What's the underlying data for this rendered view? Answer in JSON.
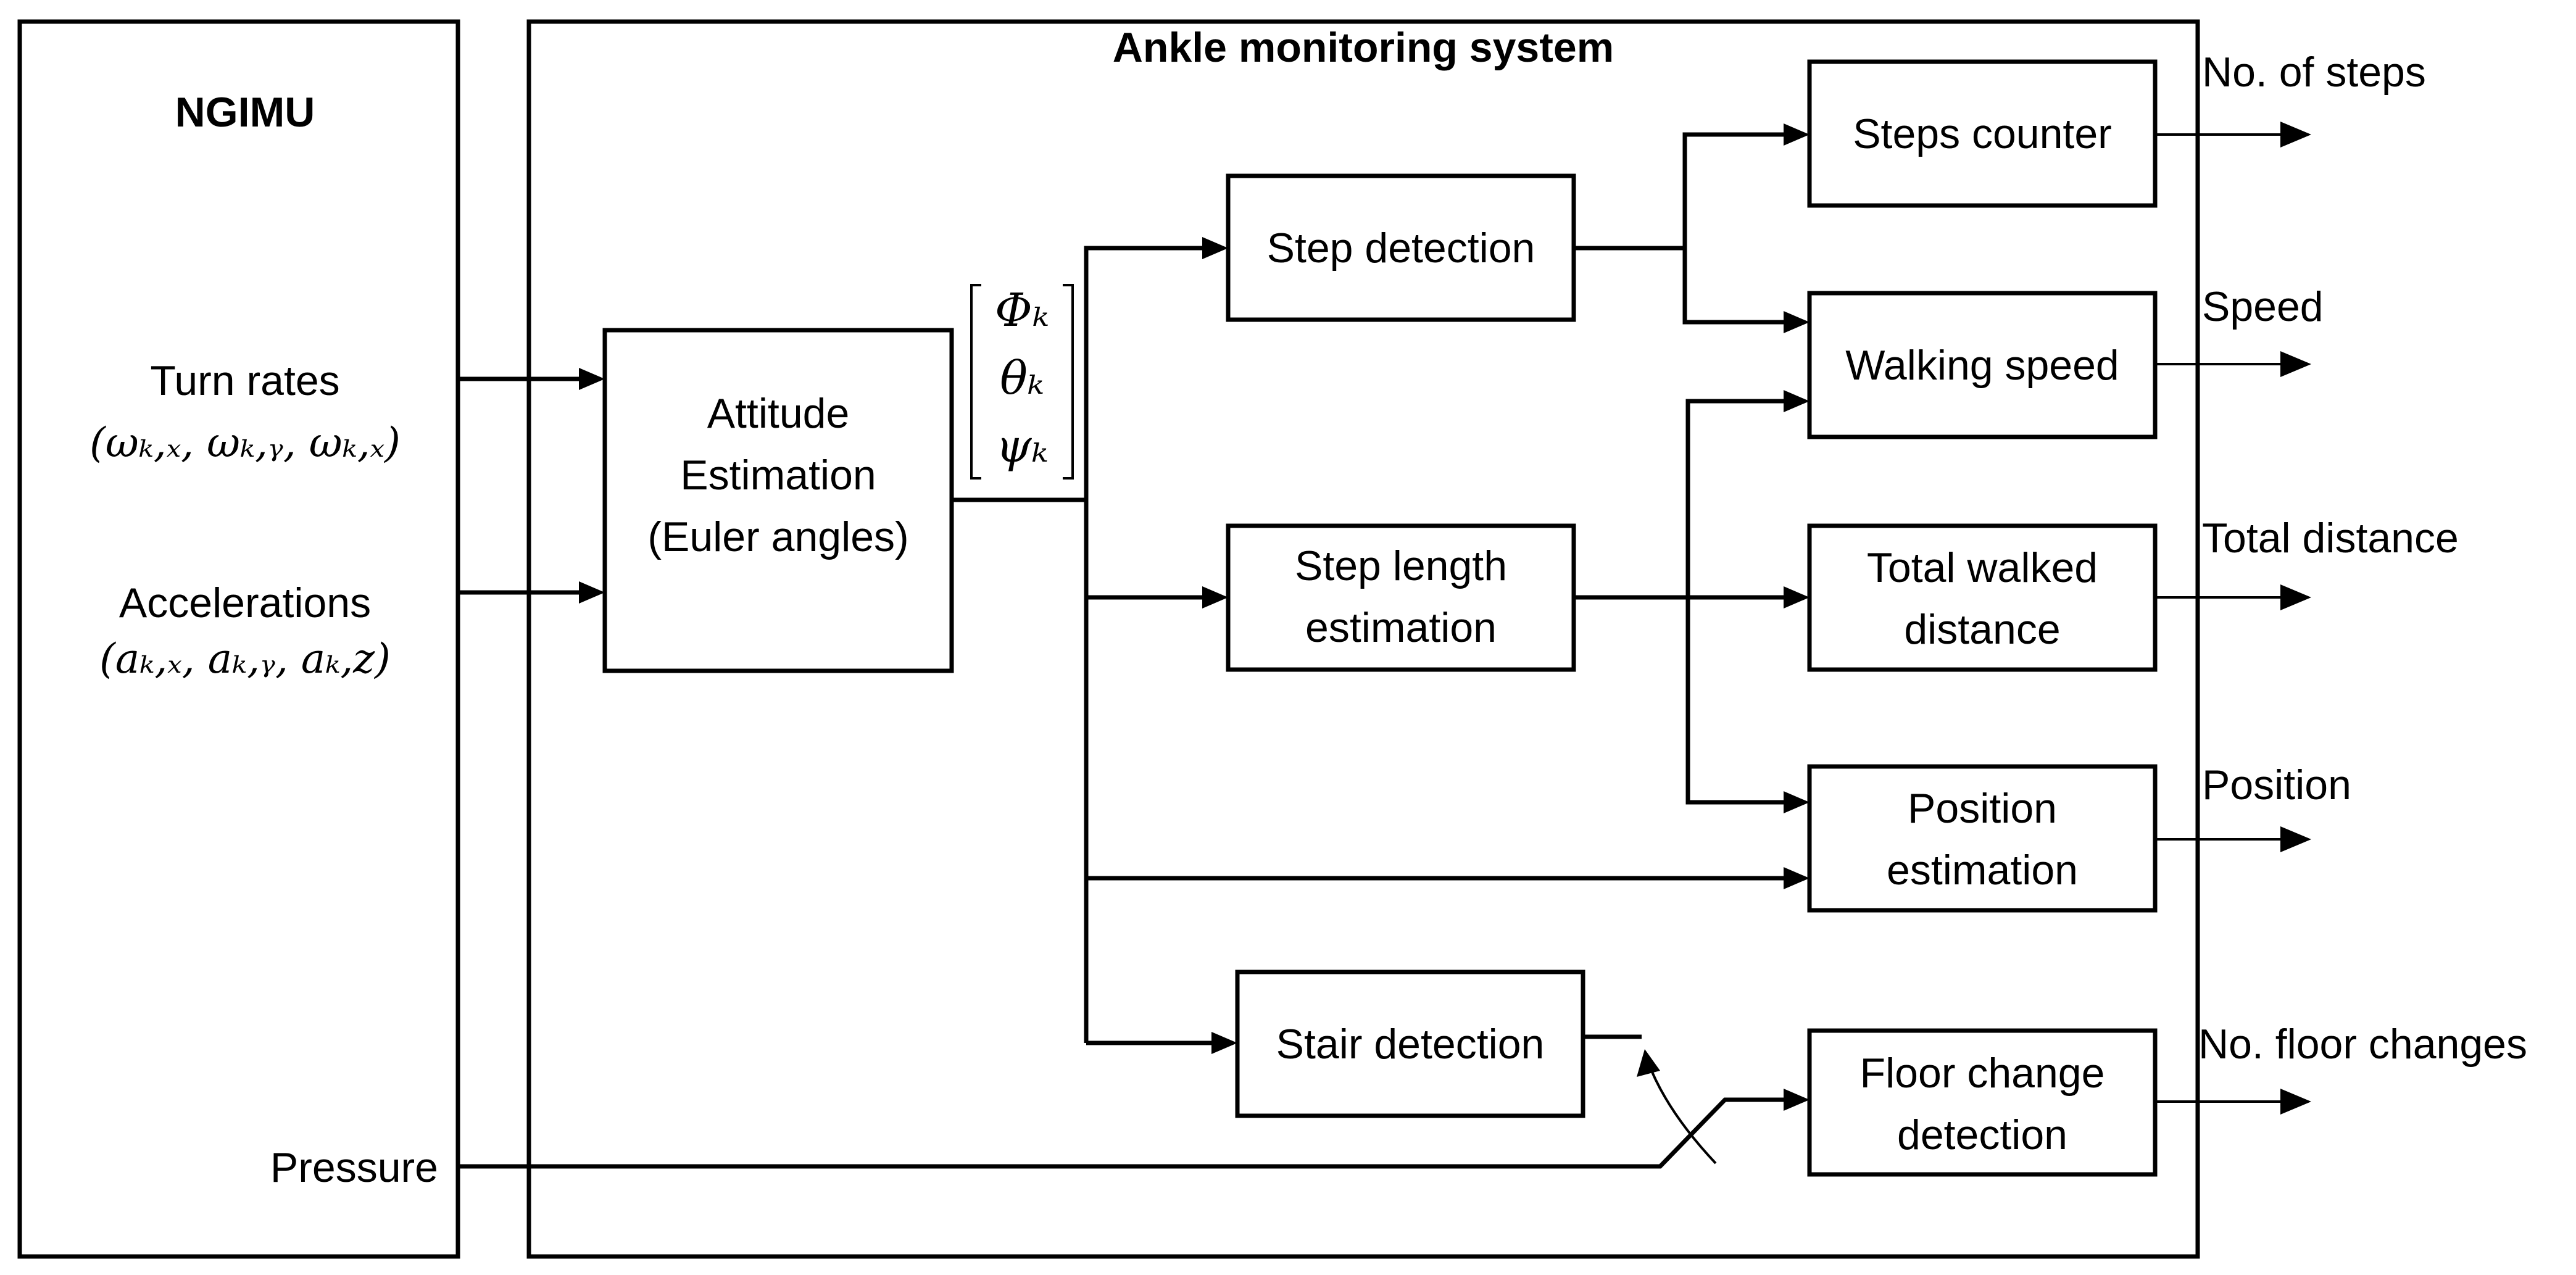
{
  "ngimu": {
    "title": "NGIMU",
    "turn_rates_label": "Turn rates",
    "turn_rates_formula": "(ωₖ,ₓ, ωₖ,ᵧ, ωₖ,ₓ)",
    "accelerations_label": "Accelerations",
    "accelerations_formula": "(aₖ,ₓ, aₖ,ᵧ, aₖ,z)",
    "pressure_label": "Pressure"
  },
  "system": {
    "title": "Ankle monitoring system"
  },
  "blocks": {
    "attitude": [
      "Attitude",
      "Estimation",
      "(Euler angles)"
    ],
    "euler_vector": [
      "Φₖ",
      "θₖ",
      "ψₖ"
    ],
    "step_detection": "Step detection",
    "step_length": [
      "Step length",
      "estimation"
    ],
    "stair_detection": "Stair detection",
    "steps_counter": "Steps counter",
    "walking_speed": "Walking speed",
    "total_distance": [
      "Total walked",
      "distance"
    ],
    "position": [
      "Position",
      "estimation"
    ],
    "floor_change": [
      "Floor change",
      "detection"
    ]
  },
  "outputs": {
    "steps": "No. of steps",
    "speed": "Speed",
    "distance": "Total distance",
    "position": "Position",
    "floors": "No. floor changes"
  }
}
